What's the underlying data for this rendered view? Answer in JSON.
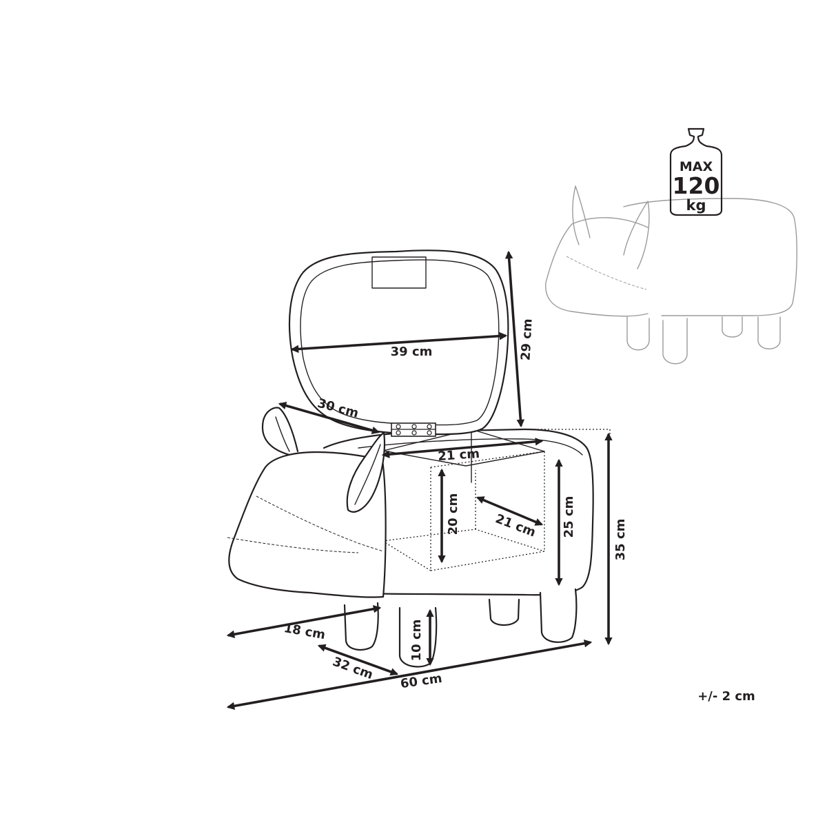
{
  "dimensions": {
    "lid_width": "39 cm",
    "lid_height": "29 cm",
    "lid_depth": "30 cm",
    "compartment_width": "21 cm",
    "compartment_height": "20 cm",
    "compartment_depth": "21 cm",
    "seat_height_body": "25 cm",
    "total_height": "35 cm",
    "head_length": "18 cm",
    "depth": "32 cm",
    "leg_height": "10 cm",
    "total_length": "60 cm"
  },
  "weight_badge": {
    "line1": "MAX",
    "line2": "120",
    "line3": "kg"
  },
  "tolerance": "+/- 2 cm"
}
